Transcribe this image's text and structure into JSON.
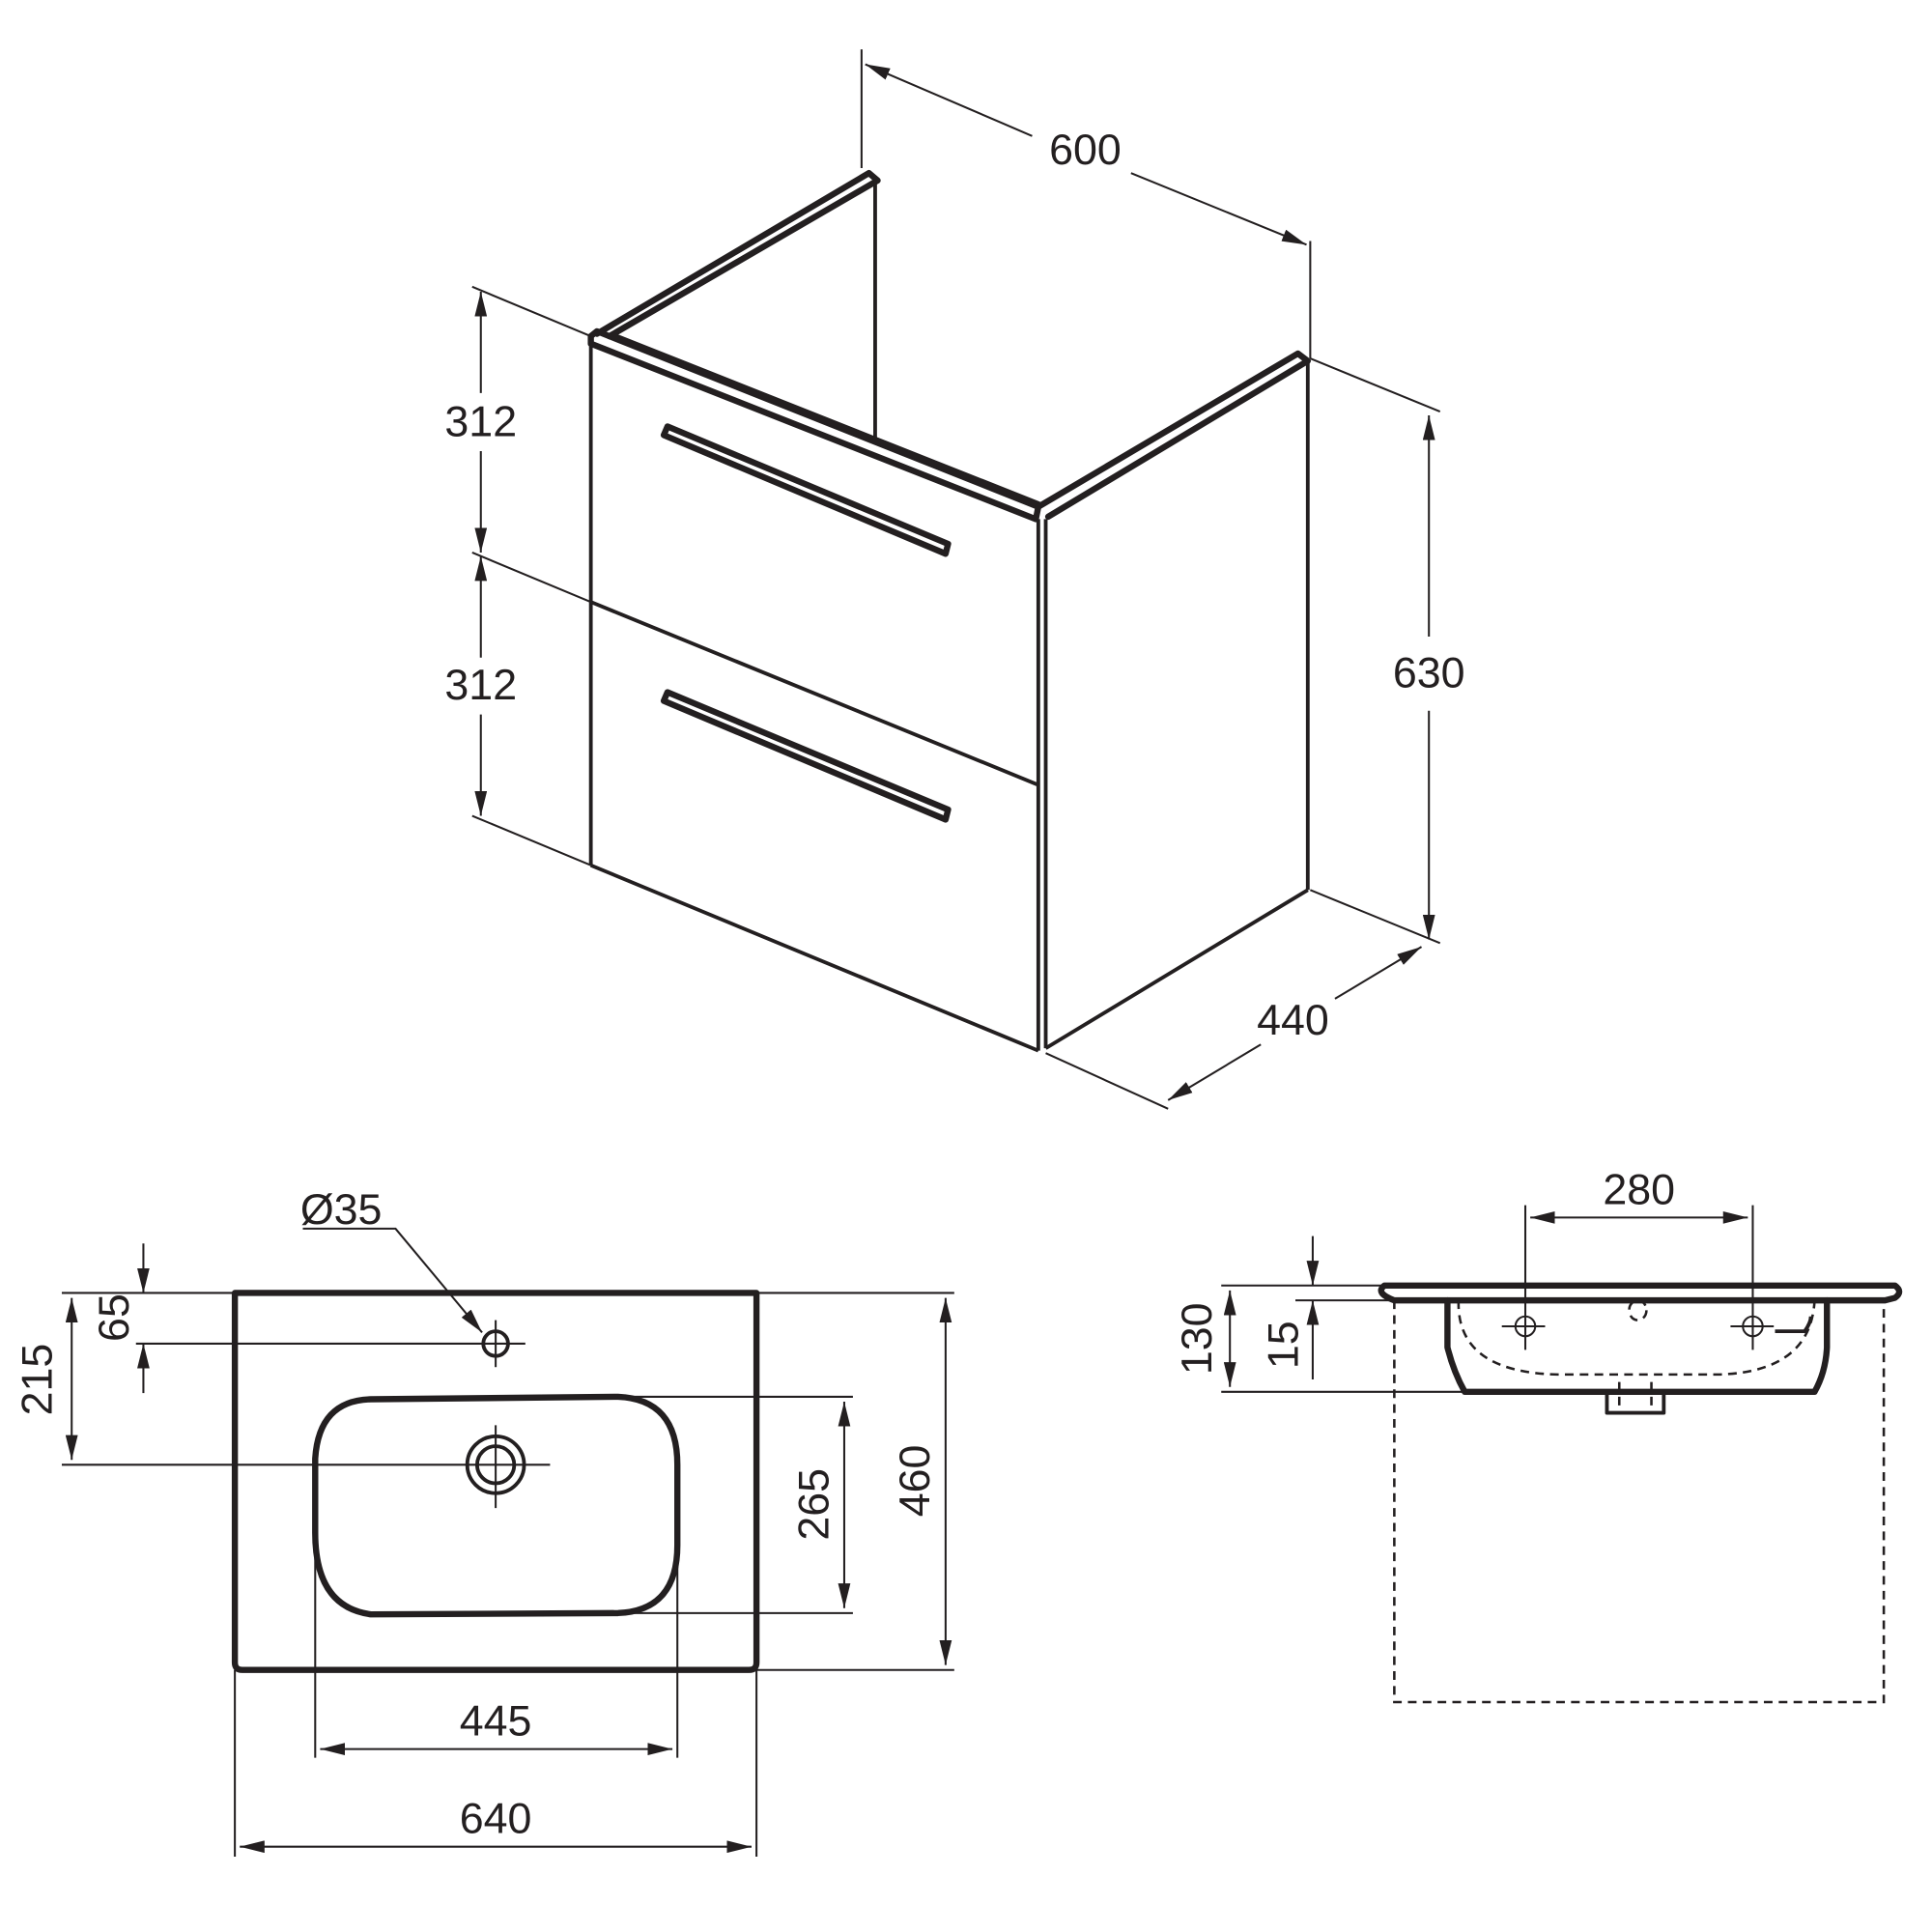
{
  "drawing": {
    "ink_color": "#231f20",
    "background": "#ffffff",
    "cabinet": {
      "width_label": "600",
      "upper_drawer_label": "312",
      "lower_drawer_label": "312",
      "height_label": "630",
      "depth_label": "440"
    },
    "basin_top_view": {
      "tap_hole_label": "Ø35",
      "tap_hole_offset_label": "65",
      "waste_offset_label": "215",
      "bowl_depth_label": "265",
      "overall_depth_label": "460",
      "bowl_width_label": "445",
      "overall_width_label": "640"
    },
    "basin_side_view": {
      "fixing_spacing_label": "280",
      "overall_height_label": "130",
      "rim_thickness_label": "15"
    }
  }
}
